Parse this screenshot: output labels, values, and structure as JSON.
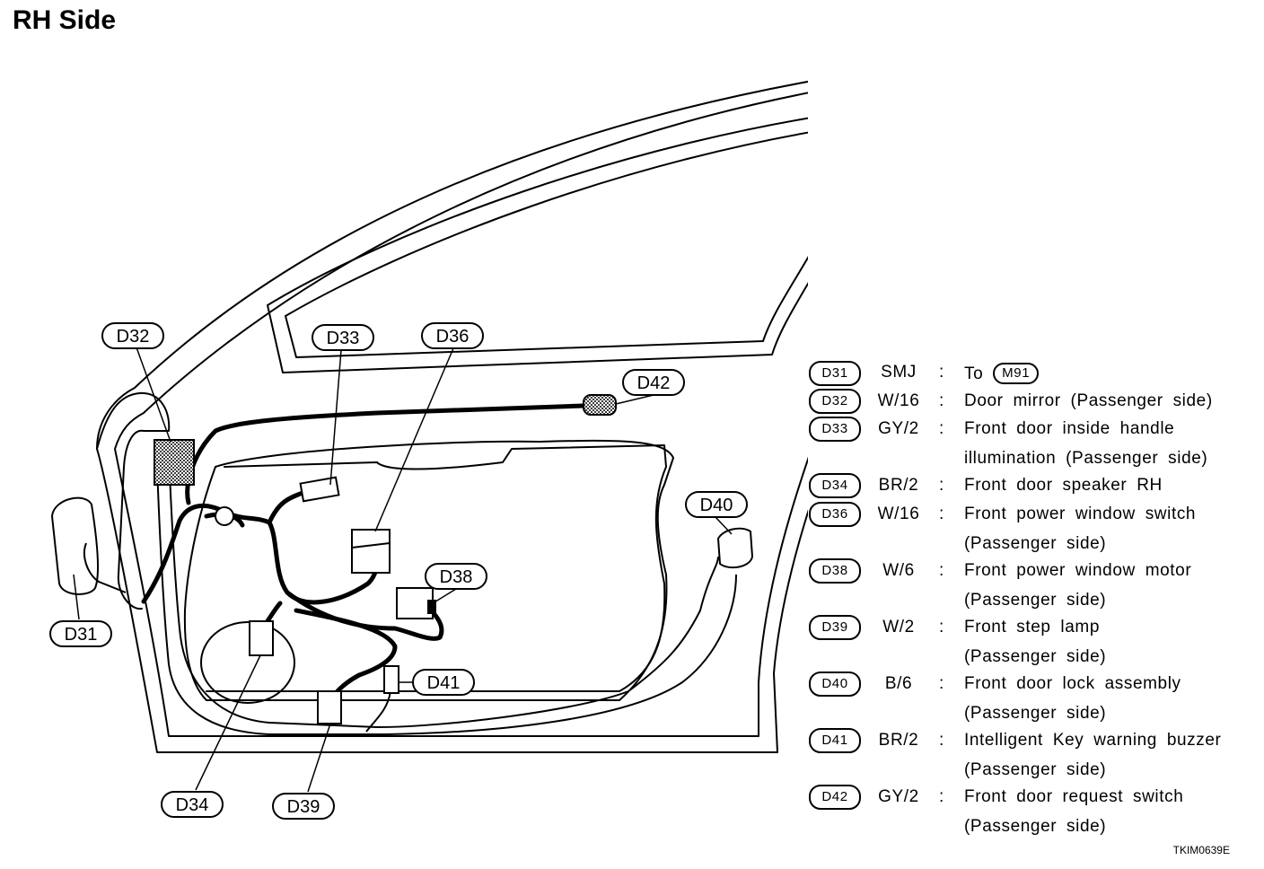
{
  "title": "RH Side",
  "figure_code": "TKIM0639E",
  "callouts": {
    "d32": "D32",
    "d33": "D33",
    "d36": "D36",
    "d42": "D42",
    "d40": "D40",
    "d38": "D38",
    "d41": "D41",
    "d31": "D31",
    "d34": "D34",
    "d39": "D39"
  },
  "legend": [
    {
      "id": "D31",
      "spec": "SMJ",
      "desc": "To",
      "ref": "M91"
    },
    {
      "id": "D32",
      "spec": "W/16",
      "desc": "Door mirror (Passenger side)"
    },
    {
      "id": "D33",
      "spec": "GY/2",
      "desc": "Front door inside handle",
      "desc2": "illumination (Passenger side)"
    },
    {
      "id": "D34",
      "spec": "BR/2",
      "desc": "Front door speaker RH"
    },
    {
      "id": "D36",
      "spec": "W/16",
      "desc": "Front power window switch",
      "desc2": "(Passenger side)"
    },
    {
      "id": "D38",
      "spec": "W/6",
      "desc": "Front power window motor",
      "desc2": "(Passenger side)"
    },
    {
      "id": "D39",
      "spec": "W/2",
      "desc": "Front step lamp",
      "desc2": "(Passenger side)"
    },
    {
      "id": "D40",
      "spec": "B/6",
      "desc": "Front door lock assembly",
      "desc2": "(Passenger side)"
    },
    {
      "id": "D41",
      "spec": "BR/2",
      "desc": "Intelligent Key warning buzzer",
      "desc2": "(Passenger side)"
    },
    {
      "id": "D42",
      "spec": "GY/2",
      "desc": "Front door request switch",
      "desc2": "(Passenger side)"
    }
  ],
  "separator": ":"
}
